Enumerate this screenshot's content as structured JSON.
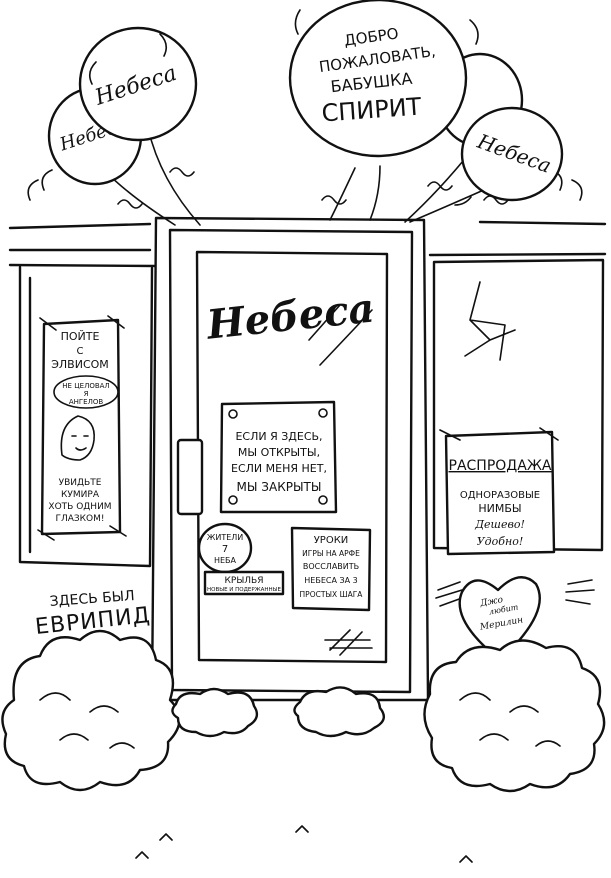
{
  "balloons": {
    "left_small": "Небеса",
    "left_big": "Небеса",
    "welcome": [
      "ДОБРО",
      "ПОЖАЛОВАТЬ,",
      "БАБУШКА",
      "СПИРИТ"
    ],
    "right": "Небеса"
  },
  "door": {
    "sign": "Небеса",
    "hours_note": [
      "ЕСЛИ Я ЗДЕСЬ,",
      "МЫ ОТКРЫТЫ,",
      "ЕСЛИ МЕНЯ НЕТ,",
      "МЫ ЗАКРЫТЫ"
    ],
    "sticker_residents": [
      "ЖИТЕЛИ",
      "7",
      "НЕБА"
    ],
    "sticker_wings": [
      "КРЫЛЬЯ",
      "НОВЫЕ И ПОДЕРЖАННЫЕ"
    ],
    "harp_ad": [
      "УРОКИ",
      "ИГРЫ НА АРФЕ",
      "ВОССЛАВИТЬ",
      "НЕБЕСА ЗА 3",
      "ПРОСТЫХ ШАГА"
    ]
  },
  "poster_left": {
    "top": [
      "ПОЙТЕ",
      "С",
      "ЭЛВИСОМ"
    ],
    "bubble": [
      "НЕ ЦЕЛОВАЛ",
      "Я",
      "АНГЕЛОВ"
    ],
    "bottom": [
      "УВИДЬТЕ",
      "КУМИРА",
      "ХОТЬ ОДНИМ",
      "ГЛАЗКОМ!"
    ]
  },
  "graffiti": [
    "ЗДЕСЬ БЫЛ",
    "ЕВРИПИД"
  ],
  "sale_sign": {
    "title": "РАСПРОДАЖА",
    "lines": [
      "ОДНОРАЗОВЫЕ",
      "НИМБЫ",
      "Дешево!",
      "Удобно!"
    ]
  },
  "heart": [
    "Джо",
    "любит",
    "Мерилин"
  ]
}
